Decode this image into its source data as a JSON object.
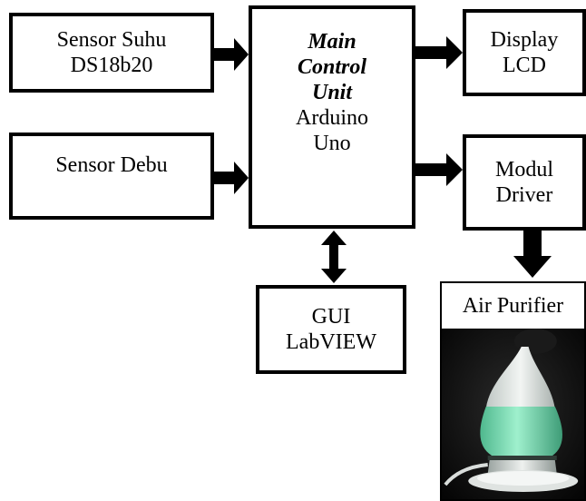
{
  "blocks": {
    "sensor_suhu": {
      "lines": [
        "Sensor Suhu",
        "DS18b20"
      ]
    },
    "sensor_debu": {
      "lines": [
        "Sensor Debu"
      ]
    },
    "main_control": {
      "italic_lines": [
        "Main",
        "Control",
        "Unit"
      ],
      "lines": [
        "Arduino",
        "Uno"
      ]
    },
    "display": {
      "lines": [
        "Display",
        "LCD"
      ]
    },
    "modul_driver": {
      "lines": [
        "Modul",
        "Driver"
      ]
    },
    "gui": {
      "lines": [
        "GUI",
        "LabVIEW"
      ]
    },
    "air_purifier": {
      "label": "Air Purifier"
    }
  },
  "colors": {
    "stroke": "#000000",
    "background": "#ffffff",
    "purifier_glow": "#7fe0b8"
  }
}
